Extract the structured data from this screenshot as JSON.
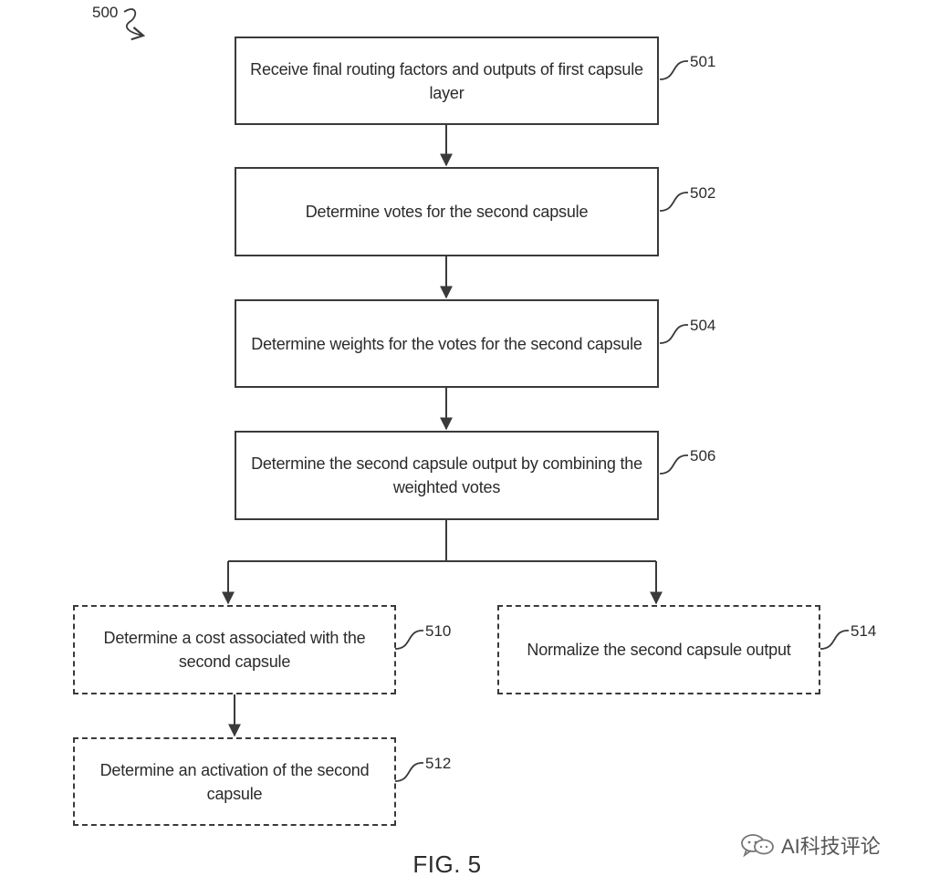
{
  "diagram_number": "500",
  "steps": [
    {
      "id": "501",
      "text": "Receive final routing factors and outputs of first capsule layer",
      "style": "solid"
    },
    {
      "id": "502",
      "text": "Determine votes for the second capsule",
      "style": "solid"
    },
    {
      "id": "504",
      "text": "Determine weights for the votes for the second capsule",
      "style": "solid"
    },
    {
      "id": "506",
      "text": "Determine the second capsule output by combining the weighted votes",
      "style": "solid"
    },
    {
      "id": "510",
      "text": "Determine a cost associated with the second capsule",
      "style": "dashed"
    },
    {
      "id": "512",
      "text": "Determine an activation of the second capsule",
      "style": "dashed"
    },
    {
      "id": "514",
      "text": "Normalize the second capsule output",
      "style": "dashed"
    }
  ],
  "figure_label": "FIG. 5",
  "watermark": "AI科技评论",
  "colors": {
    "line": "#3a3a3a",
    "text": "#2b2b2b"
  }
}
